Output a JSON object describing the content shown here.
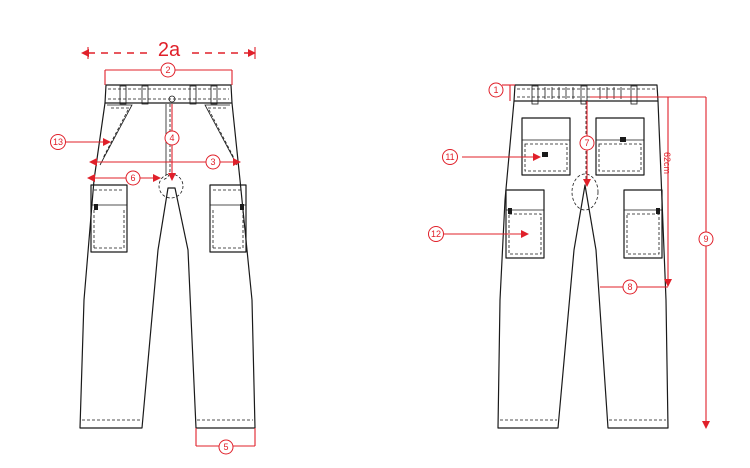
{
  "labels": {
    "waist_span": "2a",
    "inseam_length": "62cm"
  },
  "callouts": [
    "1",
    "2",
    "3",
    "4",
    "5",
    "6",
    "7",
    "8",
    "9",
    "11",
    "12",
    "13"
  ],
  "colors": {
    "measure": "#e0202a",
    "garment": "#1a1a1a",
    "background": "#ffffff"
  }
}
